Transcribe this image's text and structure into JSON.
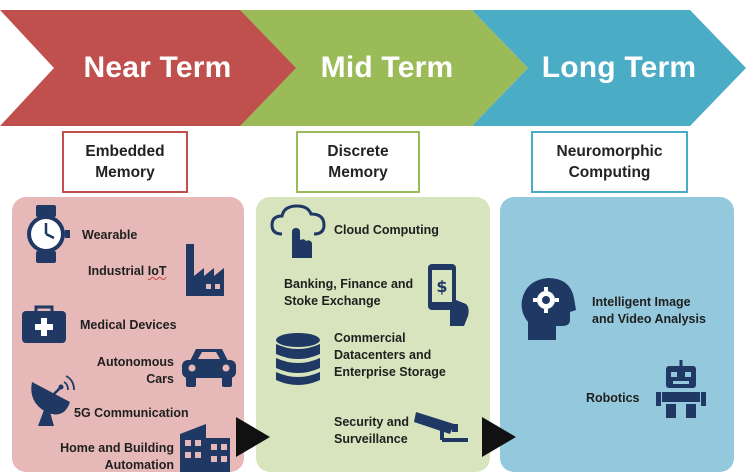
{
  "stages": [
    {
      "label": "Near Term",
      "color": "#c0504d"
    },
    {
      "label": "Mid Term",
      "color": "#9bbb59"
    },
    {
      "label": "Long Term",
      "color": "#4bacc6"
    }
  ],
  "tiers": [
    {
      "line1": "Embedded",
      "line2": "Memory",
      "border": "#c0504d"
    },
    {
      "line1": "Discrete",
      "line2": "Memory",
      "border": "#9bbb59"
    },
    {
      "line1": "Neuromorphic",
      "line2": "Computing",
      "border": "#4bacc6"
    }
  ],
  "panels": {
    "near": {
      "color": "#e6b9b8"
    },
    "mid": {
      "color": "#d7e4bd"
    },
    "long": {
      "color": "#94c9dd"
    }
  },
  "icon_color": "#1f3864",
  "near_items": {
    "wearable": "Wearable",
    "industrial_iot": "Industrial IoT",
    "medical": "Medical Devices",
    "autonomous_1": "Autonomous",
    "autonomous_2": "Cars",
    "fiveg": "5G Communication",
    "home_1": "Home and Building",
    "home_2": "Automation"
  },
  "mid_items": {
    "cloud": "Cloud Computing",
    "banking_1": "Banking, Finance and",
    "banking_2": "Stoke Exchange",
    "commercial_1": "Commercial",
    "commercial_2": "Datacenters and",
    "commercial_3": "Enterprise Storage",
    "security_1": "Security and",
    "security_2": "Surveillance"
  },
  "long_items": {
    "image_1": "Intelligent Image",
    "image_2": "and Video Analysis",
    "robotics": "Robotics"
  },
  "icons": {
    "watch": "watch-icon",
    "factory": "factory-icon",
    "medkit": "medical-kit-icon",
    "car": "car-icon",
    "antenna": "satellite-dish-icon",
    "building": "building-icon",
    "cloud": "cloud-touch-icon",
    "phone": "mobile-payment-icon",
    "database": "database-icon",
    "camera": "security-camera-icon",
    "head": "head-gear-icon",
    "robot": "robot-icon",
    "arrow": "play-arrow-icon"
  }
}
